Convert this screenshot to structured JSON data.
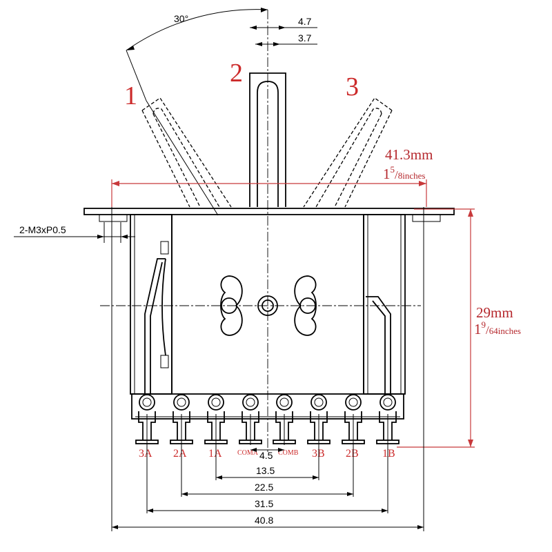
{
  "angle_label": "30°",
  "positions": [
    "1",
    "2",
    "3"
  ],
  "lever_width": {
    "outer": "4.7",
    "inner": "3.7"
  },
  "screw_spec": "2-M3xP0.5",
  "total_length": {
    "mm": "41.3mm",
    "in_whole": "1",
    "in_num": "5",
    "in_den": "8",
    "in_unit": "inches"
  },
  "height": {
    "mm": "29mm",
    "in_whole": "1",
    "in_num": "9",
    "in_den": "64",
    "in_unit": "inches"
  },
  "pins_left": [
    "3A",
    "2A",
    "1A"
  ],
  "pins_com": [
    "COMA",
    "COMB"
  ],
  "pins_right": [
    "3B",
    "2B",
    "1B"
  ],
  "spacings": [
    "4.5",
    "13.5",
    "22.5",
    "31.5",
    "40.8"
  ],
  "colors": {
    "line": "#000000",
    "label_red": "#cc2a2a",
    "dim_red": "#b5272c"
  }
}
